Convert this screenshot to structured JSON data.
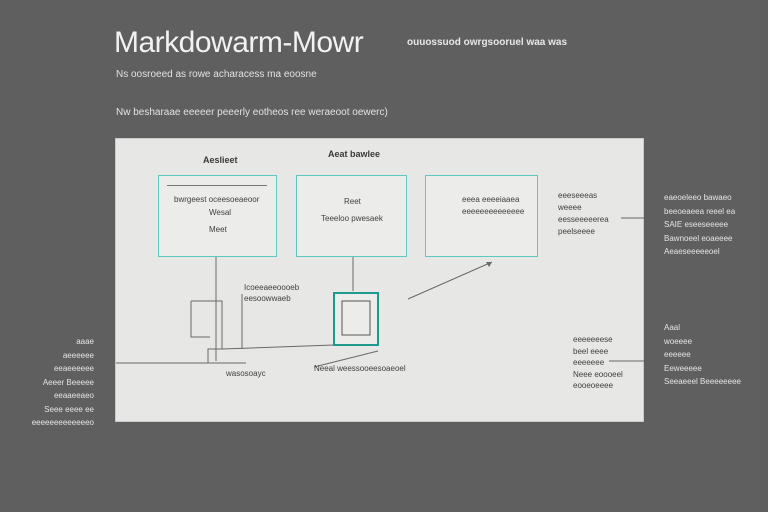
{
  "header": {
    "title": "Markdowarm-Mowr",
    "tagline": "ouuossuod owrgsooruel waa was",
    "subtitle_1": "Ns oosroeed as rowe acharacess ma eoosne",
    "subtitle_2": "Nw besharaae eeeeer peeerly eotheos ree weraeoot oewerc)"
  },
  "diagram": {
    "label_top_left": "Aeslieet",
    "label_top_center": "Aeat bawlee",
    "box1": {
      "line1": "bwrgeest oceesoeaeoor",
      "line2": "Wesal",
      "line3": "Meet"
    },
    "box2": {
      "line1": "Reet",
      "line2": "Teeeloo pwesaek"
    },
    "box3": {
      "line1": "eeea eeeeiaaea",
      "line2": "eeeeeeeeeeeeee"
    },
    "mid_note": {
      "line1": "Icoeeaeeoooeb",
      "line2": "eesoowwaeb"
    },
    "bottom_left_label": "wasosoayc",
    "bottom_center_label": "Neeal weessooeesoaeoel",
    "box3_side": [
      "eeeseeeas",
      "weeee",
      "eesseeeeerea",
      "peelseeee"
    ],
    "right_inner": [
      "eeeeeeese",
      "beel eeee",
      "eeeeeee",
      "Neee eoooeel",
      "eooeoeeee"
    ]
  },
  "outer_right_top": [
    "eaeoeleeo bawaeo",
    "beeoeaeea reeel ea",
    "SAIE eseeseeeee",
    "Bawnoeel eoaeeee",
    "Aeaeseeeeeoel"
  ],
  "outer_right_bottom": [
    "Aaal",
    "woeeee",
    "eeeeee",
    "Eeweeeee",
    "Seeaeeel Beeeeeeee"
  ],
  "outer_left": [
    "aaae",
    "aeeeeee",
    "eeaeeeeee",
    "Aeeer Beeeee",
    "eeaaeeaeo",
    "Seee eeee ee",
    "eeeeeeeeeeeeeo"
  ],
  "colors": {
    "background": "#5f5f5f",
    "canvas": "#e7e7e6",
    "accent": "#5fc8bf",
    "accent_dark": "#1f9a8f",
    "line": "#6a6a6a"
  }
}
